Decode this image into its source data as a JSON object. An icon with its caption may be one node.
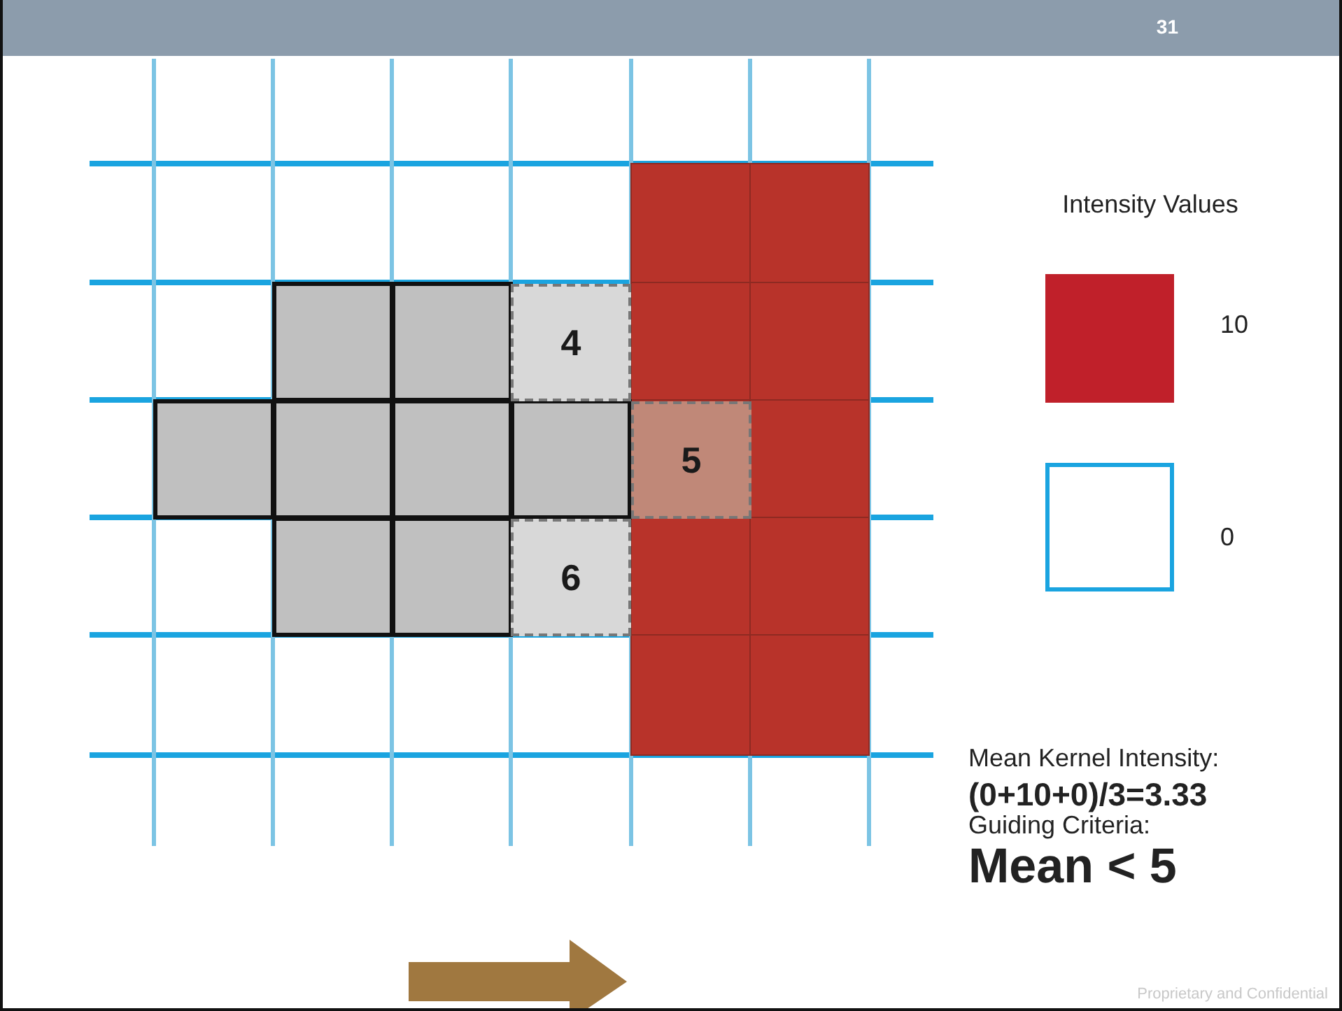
{
  "diagram": {
    "nodes": [
      {
        "text": [
          "4"
        ]
      },
      {
        "text": [
          "5"
        ]
      },
      {
        "text": [
          "6"
        ]
      }
    ],
    "labels": [
      "31",
      "Intensity Values",
      "Mean Kernel Intensity:",
      "(0+10+0)/3=3.33",
      "Guiding Criteria:",
      "Mean < 5",
      "Proprietary and Confidential"
    ],
    "legend": [
      {
        "text": "10",
        "color": "#c0202a"
      },
      {
        "text": "0"
      }
    ]
  }
}
